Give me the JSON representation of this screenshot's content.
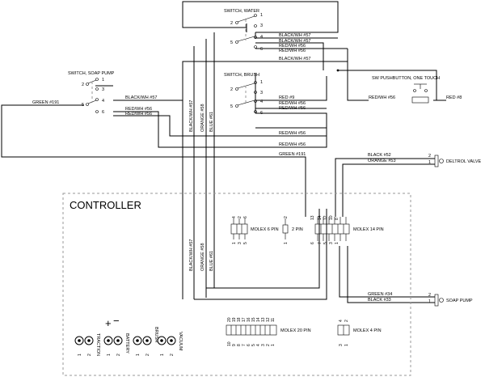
{
  "switches": {
    "water": "SWITCH, WATER",
    "brush": "SWITCH, BRUSH",
    "soap_pump": "SWITCH, SOAP PUMP",
    "one_touch": "SW PUSHBUTTON, ONE TOUCH"
  },
  "wires": {
    "black_wh_57": "BLACK/WH #57",
    "red_wh_56": "RED/WH #56",
    "green_191": "GREEN #191",
    "red_9": "RED #9",
    "red_8": "RED #8",
    "black_52": "BLACK #52",
    "orange_53": "ORANGE #53",
    "green_34": "GREEN #34",
    "black_33": "BLACK #33",
    "orange_58": "ORANGE #58",
    "blue_61": "BLUE #61"
  },
  "devices": {
    "deltrol_valve": "DELTROL VALVE",
    "soap_pump": "SOAP PUMP"
  },
  "controller": {
    "title": "CONTROLLER",
    "molex6": "MOLEX 6 PIN",
    "pin2": "2 PIN",
    "molex14": "MOLEX 14 PIN",
    "molex20": "MOLEX 20 PIN",
    "molex4": "MOLEX 4 PIN",
    "traction": "TRACTION",
    "battery": "BATTERY",
    "brush": "BRUSH",
    "vacuum": "VACUUM",
    "plus": "+",
    "minus": "−"
  },
  "pins": {
    "sw_2": "2",
    "sw_1": "1",
    "sw_3": "3",
    "sw_4": "4",
    "sw_5": "5",
    "sw_6": "6",
    "m6_top": [
      "4",
      "2",
      "6"
    ],
    "m6_bot": [
      "1",
      "3",
      "5"
    ],
    "p2_top": "2",
    "p2_bot": "1",
    "m14_top": [
      "14",
      "12",
      "10",
      "8"
    ],
    "m14_bot": [
      "7",
      "5",
      "3",
      "1"
    ],
    "m14_left_top": "13",
    "m14_left_bot": "6",
    "m20_top": [
      "20",
      "19",
      "18",
      "17",
      "16",
      "15",
      "14",
      "13",
      "12",
      "11"
    ],
    "m20_bot": [
      "10",
      "9",
      "8",
      "7",
      "6",
      "5",
      "4",
      "3",
      "2",
      "1"
    ],
    "m4_top": [
      "4",
      "2"
    ],
    "m4_bot": [
      "3",
      "1"
    ],
    "valve_2": "2",
    "valve_1": "1",
    "pump_2": "2",
    "pump_1": "1",
    "term_1": "1",
    "term_2": "2"
  }
}
